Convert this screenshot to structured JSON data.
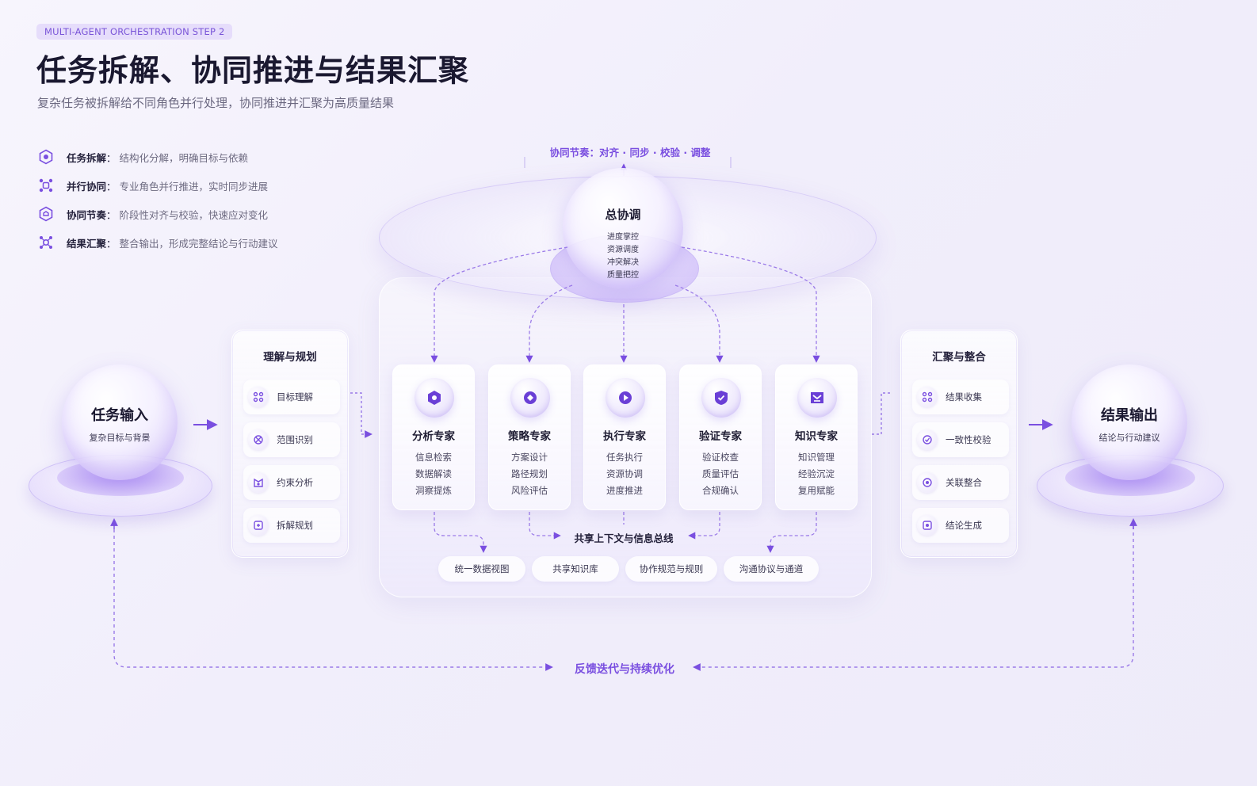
{
  "header": {
    "step_badge": "MULTI-AGENT ORCHESTRATION STEP 2",
    "title": "任务拆解、协同推进与结果汇聚",
    "subtitle": "复杂任务被拆解给不同角色并行处理，协同推进并汇聚为高质量结果"
  },
  "legend": [
    {
      "key": "任务拆解",
      "sep": "：",
      "desc": "结构化分解，明确目标与依赖",
      "icon": "hexagon-icon"
    },
    {
      "key": "并行协同",
      "sep": "：",
      "desc": "专业角色并行推进，实时同步进展",
      "icon": "network-icon"
    },
    {
      "key": "协同节奏",
      "sep": "：",
      "desc": "阶段性对齐与校验，快速应对变化",
      "icon": "shield-icon"
    },
    {
      "key": "结果汇聚",
      "sep": "：",
      "desc": "整合输出，形成完整结论与行动建议",
      "icon": "merge-icon"
    }
  ],
  "input": {
    "title": "任务输入",
    "sub": "复杂目标与背景"
  },
  "output": {
    "title": "结果输出",
    "sub": "结论与行动建议"
  },
  "plan_panel": {
    "title": "理解与规划",
    "items": [
      "目标理解",
      "范围识别",
      "约束分析",
      "拆解规划"
    ]
  },
  "merge_panel": {
    "title": "汇聚与整合",
    "items": [
      "结果收集",
      "一致性校验",
      "关联整合",
      "结论生成"
    ]
  },
  "coordinator": {
    "title": "总协调",
    "lines": [
      "进度掌控",
      "资源调度",
      "冲突解决",
      "质量把控"
    ]
  },
  "rhythm_label": "协同节奏：对齐 · 同步 · 校验 · 调整",
  "experts": [
    {
      "name": "分析专家",
      "tasks": [
        "信息检索",
        "数据解读",
        "洞察提炼"
      ]
    },
    {
      "name": "策略专家",
      "tasks": [
        "方案设计",
        "路径规划",
        "风险评估"
      ]
    },
    {
      "name": "执行专家",
      "tasks": [
        "任务执行",
        "资源协调",
        "进度推进"
      ]
    },
    {
      "name": "验证专家",
      "tasks": [
        "验证校查",
        "质量评估",
        "合规确认"
      ]
    },
    {
      "name": "知识专家",
      "tasks": [
        "知识管理",
        "经验沉淀",
        "复用赋能"
      ]
    }
  ],
  "bus_label": "共享上下文与信息总线",
  "context_chips": [
    "统一数据视图",
    "共享知识库",
    "协作规范与规则",
    "沟通协议与通道"
  ],
  "feedback_label": "反馈迭代与持续优化",
  "colors": {
    "accent": "#7a4fe0",
    "accent_dark": "#6a3fd6",
    "text": "#1f1d33"
  }
}
